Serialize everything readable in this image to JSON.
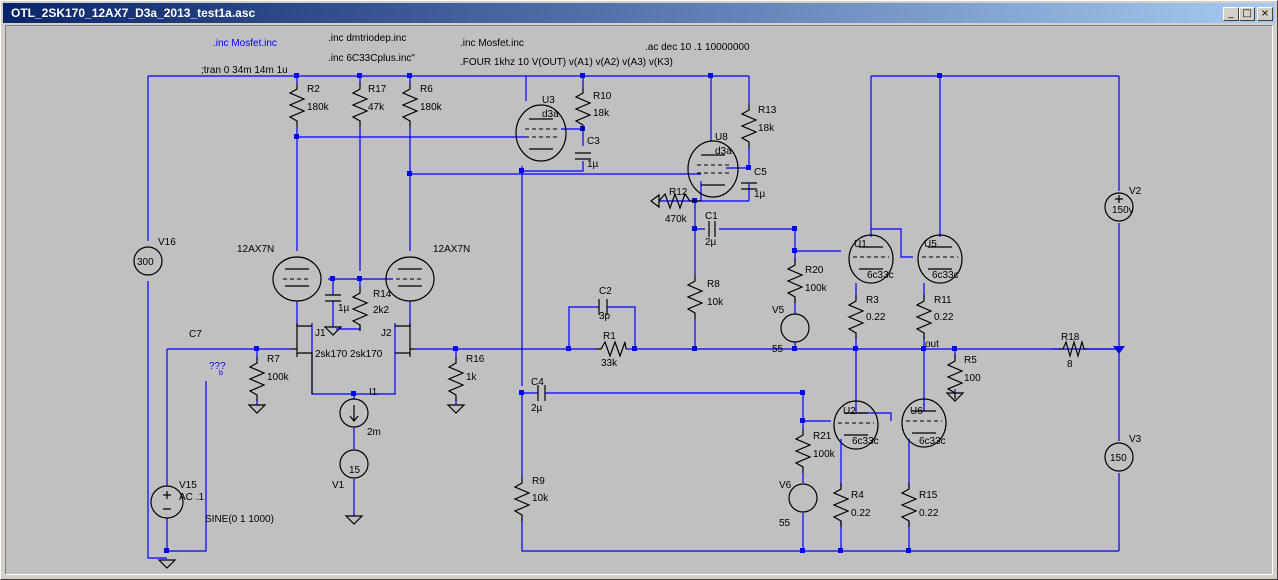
{
  "window": {
    "title": "OTL_2SK170_12AX7_D3a_2013_test1a.asc",
    "btn_min": "_",
    "btn_max": "□",
    "btn_close": "×"
  },
  "directives": {
    "inc_mosfet_1": ".inc Mosfet.inc",
    "inc_dmtriodep": ".inc dmtriodep.inc",
    "inc_6c33c": ".inc 6C33Cplus.inc\"",
    "inc_mosfet_2": ".inc Mosfet.inc",
    "ac": ".ac dec 10 .1 10000000",
    "four": ".FOUR 1khz 10 V(OUT) v(A1) v(A2)  v(A3) v(K3)",
    "tran": ";tran 0 34m 14m 1u"
  },
  "resistors": {
    "R2": {
      "name": "R2",
      "value": "180k"
    },
    "R17": {
      "name": "R17",
      "value": "47k"
    },
    "R6": {
      "name": "R6",
      "value": "180k"
    },
    "R10": {
      "name": "R10",
      "value": "18k"
    },
    "R13": {
      "name": "R13",
      "value": "18k"
    },
    "R12": {
      "name": "R12",
      "value": "470k"
    },
    "R14": {
      "name": "R14",
      "value": "2k2"
    },
    "R7": {
      "name": "R7",
      "value": "100k"
    },
    "R16": {
      "name": "R16",
      "value": "1k"
    },
    "R1": {
      "name": "R1",
      "value": "33k"
    },
    "R8": {
      "name": "R8",
      "value": "10k"
    },
    "R20": {
      "name": "R20",
      "value": "100k"
    },
    "R3": {
      "name": "R3",
      "value": "0.22"
    },
    "R11": {
      "name": "R11",
      "value": "0.22"
    },
    "R5": {
      "name": "R5",
      "value": "100"
    },
    "R18": {
      "name": "R18",
      "value": "8"
    },
    "R21": {
      "name": "R21",
      "value": "100k"
    },
    "R4": {
      "name": "R4",
      "value": "0.22"
    },
    "R15": {
      "name": "R15",
      "value": "0.22"
    },
    "R9": {
      "name": "R9",
      "value": "10k"
    }
  },
  "capacitors": {
    "C3": {
      "name": "C3",
      "value": "1µ"
    },
    "C5": {
      "name": "C5",
      "value": "1µ"
    },
    "C1": {
      "name": "C1",
      "value": "2µ"
    },
    "C2": {
      "name": "C2",
      "value": "3p"
    },
    "C4": {
      "name": "C4",
      "value": "2µ"
    },
    "C7": {
      "name": "C7"
    },
    "C6": {
      "value": "1µ"
    }
  },
  "tubes": {
    "U3": {
      "name": "U3",
      "model": "d3a"
    },
    "U8": {
      "name": "U8",
      "model": "d3a"
    },
    "U1": {
      "name": "U1",
      "model": "6c33c"
    },
    "U5": {
      "name": "U5",
      "model": "6c33c"
    },
    "U2": {
      "name": "U2",
      "model": "6c33c"
    },
    "U6": {
      "name": "U6",
      "model": "6c33c"
    },
    "T1": {
      "model": "12AX7N"
    },
    "T2": {
      "model": "12AX7N"
    }
  },
  "jfets": {
    "J1": "J1",
    "J2": "J2",
    "model": "2sk170 2sk170"
  },
  "sources": {
    "V16": {
      "name": "V16",
      "value": "300"
    },
    "V2": {
      "name": "V2",
      "value": "150v"
    },
    "V3": {
      "name": "V3",
      "value": "150"
    },
    "V5": {
      "name": "V5",
      "value": "55"
    },
    "V6": {
      "name": "V6",
      "value": "55"
    },
    "V1": {
      "name": "V1",
      "value": "15"
    },
    "V15": {
      "name": "V15",
      "ac": "AC .1",
      "sine": "SINE(0 1 1000)"
    },
    "I1": {
      "name": "I1",
      "value": "2m"
    }
  },
  "labels": {
    "out": "out",
    "unknown": "???",
    "unknown_sub": "b"
  },
  "colors": {
    "wire": "#0000ff",
    "component": "#000000",
    "canvas": "#c0c0c0",
    "titlebar": "#0a246a"
  }
}
